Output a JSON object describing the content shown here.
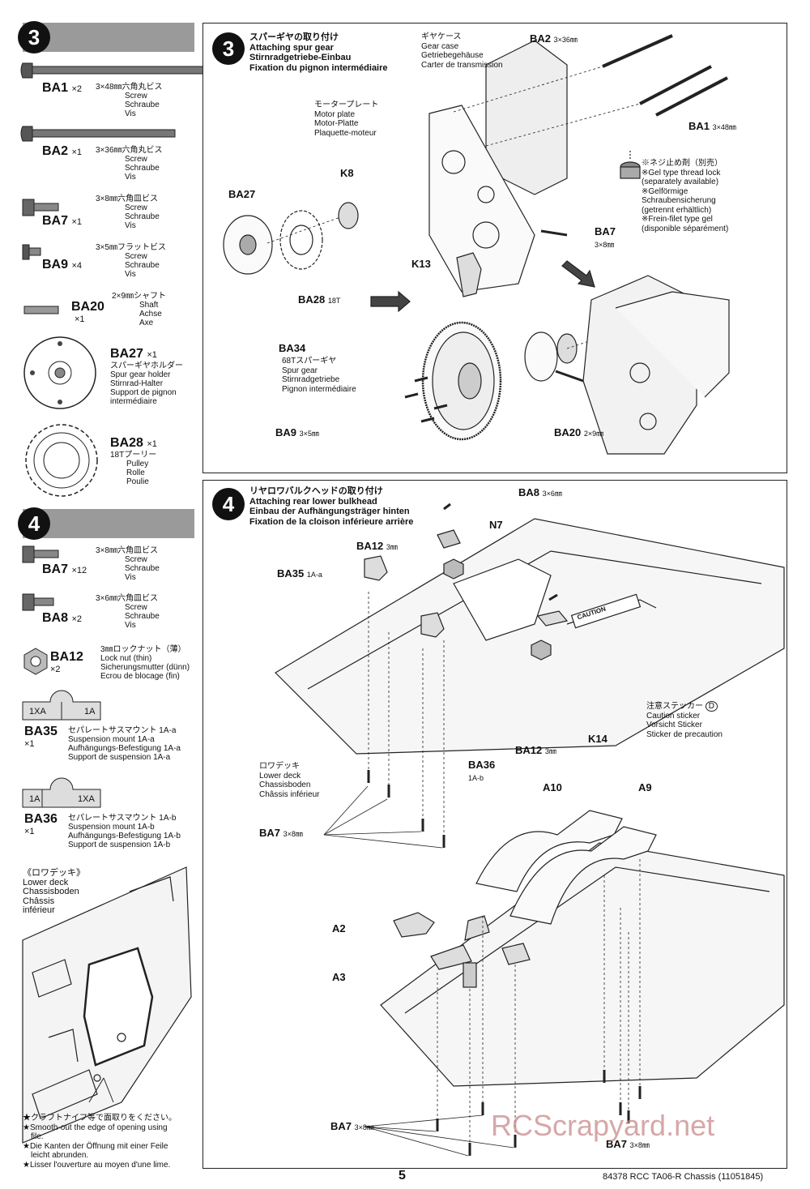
{
  "step3": {
    "number": "3",
    "parts": [
      {
        "code": "BA1",
        "qty": "×2",
        "spec": "3×48㎜六角丸ビス",
        "tr": [
          "Screw",
          "Schraube",
          "Vis"
        ]
      },
      {
        "code": "BA2",
        "qty": "×1",
        "spec": "3×36㎜六角丸ビス",
        "tr": [
          "Screw",
          "Schraube",
          "Vis"
        ]
      },
      {
        "code": "BA7",
        "qty": "×1",
        "spec": "3×8㎜六角皿ビス",
        "tr": [
          "Screw",
          "Schraube",
          "Vis"
        ]
      },
      {
        "code": "BA9",
        "qty": "×4",
        "spec": "3×5㎜フラットビス",
        "tr": [
          "Screw",
          "Schraube",
          "Vis"
        ]
      },
      {
        "code": "BA20",
        "qty": "×1",
        "spec": "2×9㎜シャフト",
        "tr": [
          "Shaft",
          "Achse",
          "Axe"
        ]
      },
      {
        "code": "BA27",
        "qty": "×1",
        "spec": "スパーギヤホルダー",
        "tr": [
          "Spur gear holder",
          "Stirnrad-Halter",
          "Support de pignon",
          "intermédiaire"
        ]
      },
      {
        "code": "BA28",
        "qty": "×1",
        "spec": "18Tプーリー",
        "tr": [
          "Pulley",
          "Rolle",
          "Poulie"
        ]
      }
    ],
    "title": [
      "スパーギヤの取り付け",
      "Attaching spur gear",
      "Stirnradgetriebe-Einbau",
      "Fixation du pignon intermédiaire"
    ],
    "gearcase": [
      "ギヤケース",
      "Gear case",
      "Getriebegehäuse",
      "Carter de transmission"
    ],
    "motorplate": [
      "モータープレート",
      "Motor plate",
      "Motor-Platte",
      "Plaquette-moteur"
    ],
    "threadlock": [
      "※ネジ止め剤（別売）",
      "※Gel type thread lock",
      "(separately available)",
      "※Gelförmige",
      "Schraubensicherung",
      "(getrennt erhältlich)",
      "※Frein-filet type gel",
      "(disponible séparément)"
    ],
    "spurgear": [
      "68Tスパーギヤ",
      "Spur gear",
      "Stirnradgetriebe",
      "Pignon intermédiaire"
    ],
    "labels": {
      "ba2": "BA2",
      "ba2s": "3×36㎜",
      "ba1": "BA1",
      "ba1s": "3×48㎜",
      "k8": "K8",
      "ba27": "BA27",
      "ba28": "BA28",
      "ba28s": "18T",
      "k13": "K13",
      "ba7": "BA7",
      "ba7s": "3×8㎜",
      "ba34": "BA34",
      "ba9": "BA9",
      "ba9s": "3×5㎜",
      "ba20": "BA20",
      "ba20s": "2×9㎜"
    }
  },
  "step4": {
    "number": "4",
    "parts": [
      {
        "code": "BA7",
        "qty": "×12",
        "spec": "3×8㎜六角皿ビス",
        "tr": [
          "Screw",
          "Schraube",
          "Vis"
        ]
      },
      {
        "code": "BA8",
        "qty": "×2",
        "spec": "3×6㎜六角皿ビス",
        "tr": [
          "Screw",
          "Schraube",
          "Vis"
        ]
      },
      {
        "code": "BA12",
        "qty": "×2",
        "spec": "3㎜ロックナット（薄）",
        "tr": [
          "Lock nut (thin)",
          "Sicherungsmutter (dünn)",
          "Ecrou de blocage (fin)"
        ]
      },
      {
        "code": "BA35",
        "qty": "×1",
        "spec": "セパレートサスマウント 1A-a",
        "tr": [
          "Suspension mount 1A-a",
          "Aufhängungs-Befestigung 1A-a",
          "Support de suspension 1A-a"
        ],
        "mark": [
          "1XA",
          "1A"
        ]
      },
      {
        "code": "BA36",
        "qty": "×1",
        "spec": "セパレートサスマウント 1A-b",
        "tr": [
          "Suspension mount 1A-b",
          "Aufhängungs-Befestigung 1A-b",
          "Support de suspension 1A-b"
        ],
        "mark": [
          "1A",
          "1XA"
        ]
      }
    ],
    "lowerdeck": [
      "《ロワデッキ》",
      "Lower deck",
      "Chassisboden",
      "Châssis",
      "inférieur"
    ],
    "smooth": [
      "★クラフトナイフ等で面取りをください。",
      "★Smooth-out the edge of opening using",
      "file.",
      "★Die Kanten der Öffnung mit einer Feile",
      "leicht abrunden.",
      "★Lisser l'ouverture au moyen d'une lime."
    ],
    "title": [
      "リヤロワバルクヘッドの取り付け",
      "Attaching rear lower bulkhead",
      "Einbau der Aufhängungsträger hinten",
      "Fixation de la cloison inférieure arrière"
    ],
    "deck": [
      "ロワデッキ",
      "Lower deck",
      "Chassisboden",
      "Châssis inférieur"
    ],
    "caution": [
      "注意ステッカー",
      "Caution sticker",
      "Vorsicht Sticker",
      "Sticker de precaution"
    ],
    "caution_mark": "D",
    "caution_text": "CAUTION",
    "labels": {
      "ba8": "BA8",
      "ba8s": "3×6㎜",
      "n7": "N7",
      "ba12a": "BA12",
      "ba12as": "3㎜",
      "ba35": "BA35",
      "ba35s": "1A-a",
      "ba12b": "BA12",
      "ba12bs": "3㎜",
      "k14": "K14",
      "ba36": "BA36",
      "ba36s": "1A-b",
      "ba7a": "BA7",
      "ba7as": "3×8㎜",
      "a10": "A10",
      "a9": "A9",
      "a2": "A2",
      "a3": "A3",
      "ba7b": "BA7",
      "ba7bs": "3×8㎜",
      "ba7c": "BA7",
      "ba7cs": "3×8㎜"
    }
  },
  "footer": {
    "page": "5",
    "ref": "84378 RCC TA06-R Chassis (11051845)"
  },
  "watermark": "RCScrapyard.net"
}
